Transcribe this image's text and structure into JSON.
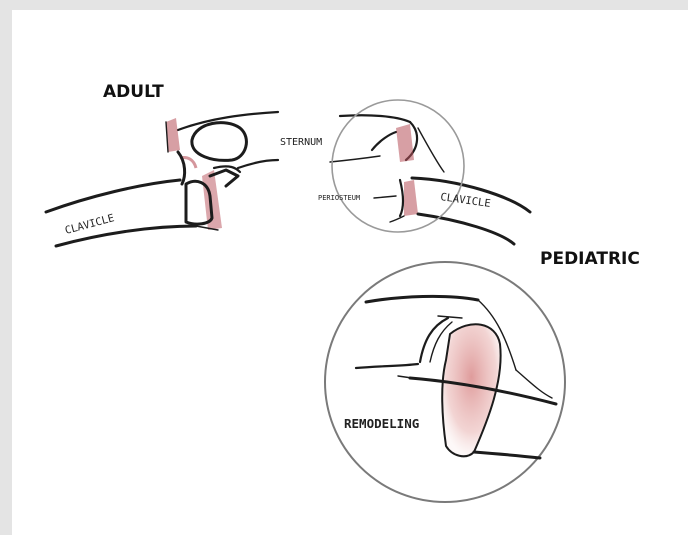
{
  "labels": {
    "adult": "ADULT",
    "sternum": "STERNUM",
    "clavicle_left": "CLAVICLE",
    "periosteum": "PERIOSTEUM",
    "clavicle_right": "CLAVICLE",
    "pediatric": "PEDIATRIC",
    "remodeling": "REMODELING"
  },
  "colors": {
    "ink": "#1c1c1c",
    "injury": "#b7505a",
    "remodel": "#d98a8a"
  }
}
